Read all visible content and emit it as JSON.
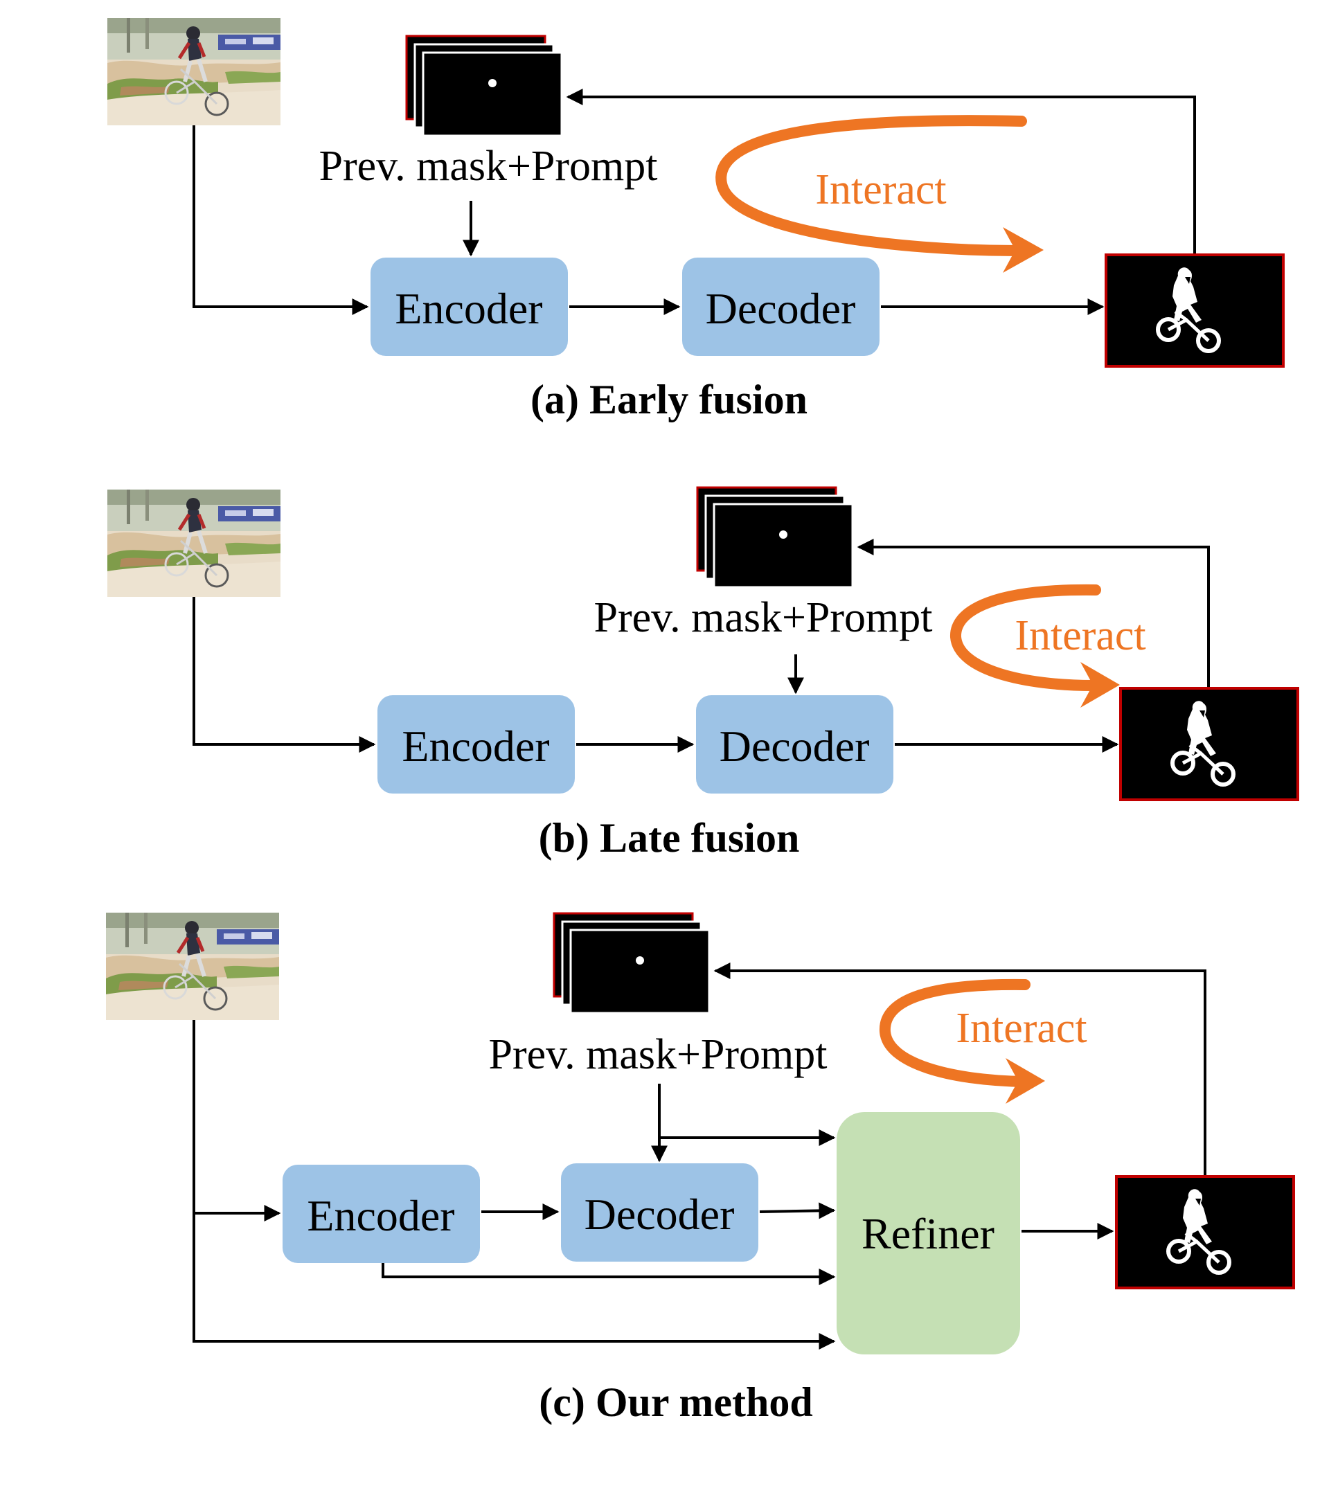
{
  "colors": {
    "encoder_fill": "#9dc3e6",
    "decoder_fill": "#9dc3e6",
    "refiner_fill": "#c5e0b4",
    "interact": "#ee7523",
    "mask_border": "#c00000"
  },
  "icons": {
    "input_image": "bmx-rider-photo",
    "prompt_stack": "mask-prompt-stack-icon",
    "output_mask": "rider-silhouette-mask"
  },
  "panel_a": {
    "prompt_label": "Prev. mask+Prompt",
    "interact_label": "Interact",
    "encoder_label": "Encoder",
    "decoder_label": "Decoder",
    "caption": "(a) Early fusion"
  },
  "panel_b": {
    "prompt_label": "Prev. mask+Prompt",
    "interact_label": "Interact",
    "encoder_label": "Encoder",
    "decoder_label": "Decoder",
    "caption": "(b) Late fusion"
  },
  "panel_c": {
    "prompt_label": "Prev. mask+Prompt",
    "interact_label": "Interact",
    "encoder_label": "Encoder",
    "decoder_label": "Decoder",
    "refiner_label": "Refiner",
    "caption": "(c) Our method"
  }
}
